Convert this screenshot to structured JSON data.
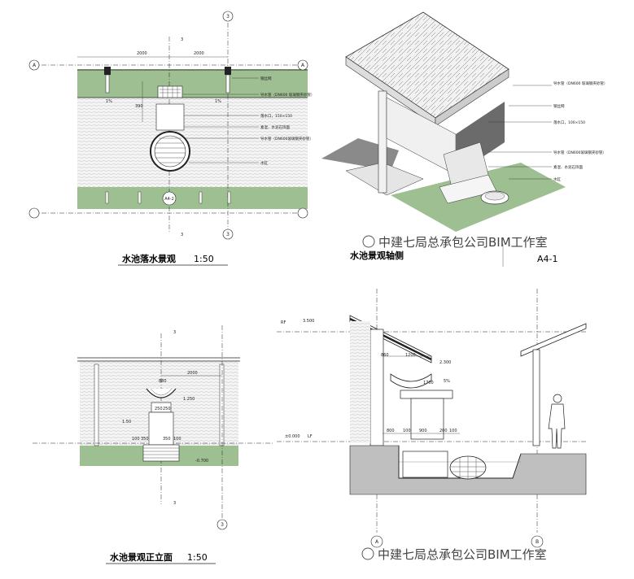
{
  "colors": {
    "green": "#9dbf91",
    "hatch": "#d9d9d9",
    "roof": "#e8e8e8",
    "shadow": "#8a8a8a"
  },
  "plan": {
    "title": "水池落水景观",
    "scale": "1:50",
    "grid_a": "A",
    "grid_3": "3",
    "tag_a42": "A4-2",
    "sec_3": "3",
    "dim_2000_l": "2000",
    "dim_2000_r": "2000",
    "dim_390": "390",
    "dim_1pct_l": "1%",
    "dim_1pct_r": "1%",
    "notes": [
      "钢丝网",
      "导水管（DN600 玻璃钢夹砂管）",
      "落水口，150×150",
      "素混、水泥石饰面",
      "导水管（DN600玻璃钢夹砂管）",
      "水缸"
    ]
  },
  "axo": {
    "tag": "A4-1",
    "title": "水池景观轴侧",
    "notes": [
      "导水管（DN600 玻璃钢夹砂管）",
      "钢丝网",
      "落水口，100×150",
      "导水管（DN600玻璃钢夹砂管）",
      "素混、水泥石饰面",
      "水缸"
    ]
  },
  "elev": {
    "title": "水池景观正立面",
    "scale": "1:50",
    "sec_3": "3",
    "grid_3": "3",
    "dims": [
      "880",
      "2000",
      "1.250",
      "1.50",
      "250",
      "250",
      "100",
      "350",
      "350",
      "100",
      "-0.700"
    ]
  },
  "section": {
    "lv_top": "3.500",
    "lv_mid": "2.300",
    "lv_zero": "±0.000",
    "lbl_rf": "RF",
    "lbl_lf": "LF",
    "dims": [
      "860",
      "1200",
      "1700",
      "5%",
      "800",
      "100",
      "900",
      "200",
      "100"
    ],
    "grid_a": "A",
    "grid_b": "B"
  },
  "watermark": "中建七局总承包公司BIM工作室"
}
